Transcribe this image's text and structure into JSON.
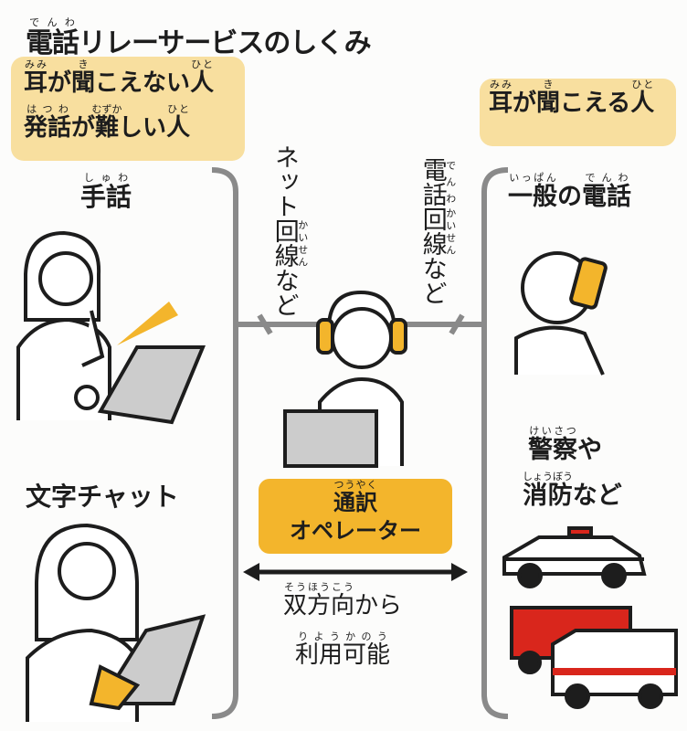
{
  "title": {
    "parts": [
      {
        "text": "電話",
        "ruby": "でんわ"
      },
      {
        "text": "リレーサービスのしくみ",
        "ruby": ""
      }
    ]
  },
  "left_group": {
    "line1": [
      {
        "text": "耳",
        "ruby": "みみ"
      },
      {
        "text": "が",
        "ruby": ""
      },
      {
        "text": "聞",
        "ruby": "き"
      },
      {
        "text": "こえない",
        "ruby": ""
      },
      {
        "text": "人",
        "ruby": "ひと"
      }
    ],
    "line2": [
      {
        "text": "発話",
        "ruby": "はつわ"
      },
      {
        "text": "が",
        "ruby": ""
      },
      {
        "text": "難",
        "ruby": "むずか"
      },
      {
        "text": "しい",
        "ruby": ""
      },
      {
        "text": "人",
        "ruby": "ひと"
      }
    ],
    "sign_language": {
      "text": "手話",
      "ruby": "しゅわ"
    },
    "text_chat": "文字チャット"
  },
  "right_group": {
    "header": [
      {
        "text": "耳",
        "ruby": "みみ"
      },
      {
        "text": "が",
        "ruby": ""
      },
      {
        "text": "聞",
        "ruby": "き"
      },
      {
        "text": "こえる",
        "ruby": ""
      },
      {
        "text": "人",
        "ruby": "ひと"
      }
    ],
    "general_phone": [
      {
        "text": "一般",
        "ruby": "いっぱん"
      },
      {
        "text": "の",
        "ruby": ""
      },
      {
        "text": "電話",
        "ruby": "でんわ"
      }
    ],
    "police": [
      {
        "text": "警察",
        "ruby": "けいさつ"
      },
      {
        "text": "や",
        "ruby": ""
      }
    ],
    "fire": [
      {
        "text": "消防",
        "ruby": "しょうぼう"
      },
      {
        "text": "など",
        "ruby": ""
      }
    ]
  },
  "connections": {
    "internet": [
      {
        "text": "ネット",
        "ruby": ""
      },
      {
        "text": "回線",
        "ruby": "かいせん"
      },
      {
        "text": "など",
        "ruby": ""
      }
    ],
    "phone_line": [
      {
        "text": "電話",
        "ruby": "でんわ"
      },
      {
        "text": "回線",
        "ruby": "かいせん"
      },
      {
        "text": "など",
        "ruby": ""
      }
    ]
  },
  "operator": {
    "line1": {
      "text": "通訳",
      "ruby": "つうやく"
    },
    "line2": "オペレーター"
  },
  "bidirectional": {
    "line1": [
      {
        "text": "双方向",
        "ruby": "そうほうこう"
      },
      {
        "text": "から",
        "ruby": ""
      }
    ],
    "line2": [
      {
        "text": "利用可能",
        "ruby": "りようかのう"
      }
    ]
  },
  "colors": {
    "accent": "#f3b52c",
    "box": "#f8df9f",
    "line": "#8a8a8a",
    "red": "#d9261c"
  }
}
